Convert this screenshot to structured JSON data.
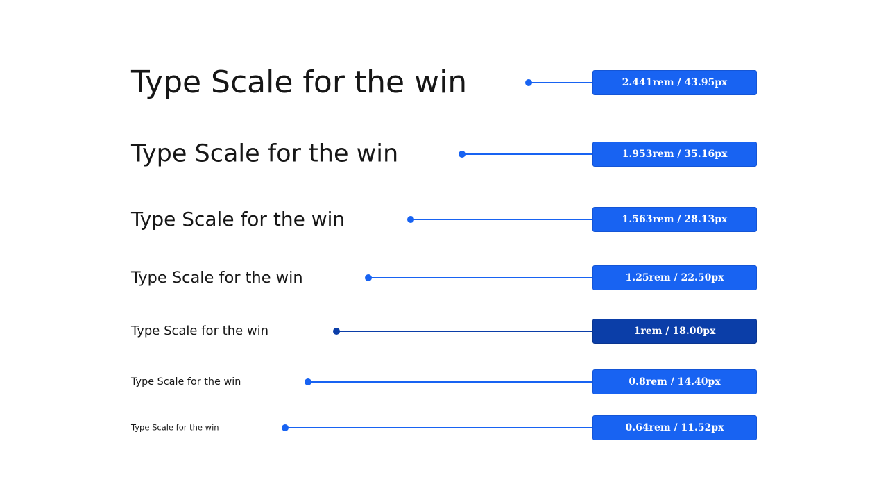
{
  "sample_text": "Type Scale for the win",
  "colors": {
    "accent": "#1863f2",
    "accent_active": "#0b3ea8",
    "text": "#161616",
    "background": "#ffffff"
  },
  "scale": [
    {
      "size_rem": 2.441,
      "label": "2.441rem / 43.95px",
      "active": false
    },
    {
      "size_rem": 1.953,
      "label": "1.953rem / 35.16px",
      "active": false
    },
    {
      "size_rem": 1.563,
      "label": "1.563rem / 28.13px",
      "active": false
    },
    {
      "size_rem": 1.25,
      "label": "1.25rem / 22.50px",
      "active": false
    },
    {
      "size_rem": 1,
      "label": "1rem / 18.00px",
      "active": true
    },
    {
      "size_rem": 0.8,
      "label": "0.8rem / 14.40px",
      "active": false
    },
    {
      "size_rem": 0.64,
      "label": "0.64rem / 11.52px",
      "active": false
    }
  ]
}
